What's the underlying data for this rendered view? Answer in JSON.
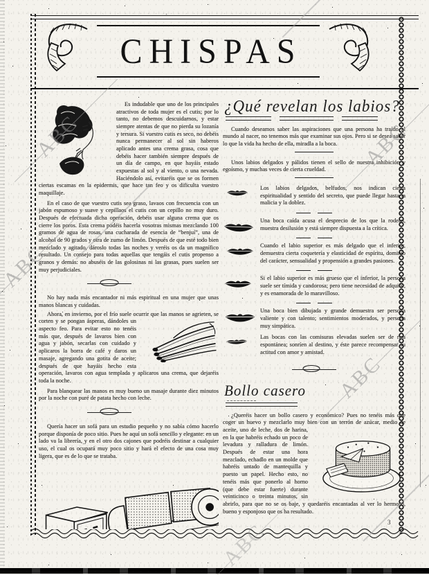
{
  "banner": {
    "title": "CHISPAS"
  },
  "page_marker": "3",
  "watermark": {
    "text": "ABC"
  },
  "left_column": {
    "cutis_para": "Es indudable que uno de los principales atractivos de toda mujer es el cutis; por lo tanto, no debemos descuidarnos, y estar siempre atentas de que no pierda su lozanía y tersura. Si vuestro cutis es seco, no debéis nunca permanecer al sol sin haberos aplicado antes una crema grasa, cosa que debéis hacer también siempre después de un día de campo, en que hayáis estado expuestas al sol y al viento, o una nevada. Haciéndolo así, evitaréis que se os formen ciertas escamas en la epidermis, que hace tan feo y os dificulta vuestro maquillaje.",
    "graso_para": "En el caso de que vuestro cutis sea graso, lavaos con frecuencia con un jabón espumoso y suave y cepillaos el cutis con un cepillo no muy duro. Después de efectuada dicha operación, debéis usar alguna crema que os cierre los poros. Esta crema podéis hacerla vosotras mismas mezclando 100 gramos de agua de rosas, una cucharada de esencia de “benjuí”, una de alcohol de 90 grados y otra de zumo de limón. Después de que esté todo bien mezclado y agitado, dároslo todas las noches y veréis os da un magnífico resultado. Un consejo para todas aquellas que tengáis el cutis propenso a granos y demás: no abuséis de las golosinas ni las grasas, pues suelen ser muy perjudiciales.",
    "manos_intro": "No hay nada más encantador ni más espiritual en una mujer que unas manos blancas y cuidadas.",
    "manos_start": "Ahora, en invierno, por el frío suele ocurrir que las manos se",
    "manos_rest": "agrieten, se corten y se pongan ásperas, dándoles un aspecto feo. Para evitar esto no tenéis más que, después de lavaros bien con agua y jabón, secarlas con cuidado y aplicaros la borra de café y daros un masaje, agregando una gotita de aceite; después de que hayáis hecho esta operación, lavaros con agua templada y aplicaros una crema, que dejaréis toda la noche.",
    "manos_cont": "Para blanquear las manos es muy bueno un masaje durante diez minutos por la noche con puré de patata hecho con leche.",
    "sofa_para": "Quería hacer un sofá para un estudio pequeño y no sabía cómo hacerlo porque disponía de poco sitio. Pues he aquí un sofá sencillo y elegante: en un lado va la librería, y en el otro dos cajones que podréis destinar a cualquier uso, el cual os ocupará muy poco sitio y hará el efecto de una cosa muy ligera, que es de lo que se trataba."
  },
  "right_column": {
    "heading": "¿Qué revelan los labios?",
    "intro": "Cuando deseamos saber las aspiraciones que una persona ha traído al mundo al nacer, no tenemos más que examinar sus ojos. Pero si se desea saber lo que la vida ha hecho de ella, miradla a la boca.",
    "item0": "Unos labios delgados y pálidos tienen el sello de nuestra inhibición y egoísmo, y muchas veces de cierta crueldad.",
    "lip_items": [
      {
        "text": "Los labios delgados, belfudos, nos indican cierta espiritualidad y sentido del secreto, que puede llegar hasta la malicia y la doblez."
      },
      {
        "text": "Una boca caída acusa el desprecio de los que la rodean, muestra desilusión y está siempre dispuesta a la crítica."
      },
      {
        "text": "Cuando el labio superior es más delgado que el inferior, demuestra cierta coquetería y elasticidad de espíritu, dominio del carácter, sensualidad y propensión a grandes pasiones."
      },
      {
        "text": "Si el labio superior es más grueso que el inferior, la persona suele ser tímida y candorosa; pero tiene necesidad de adquirir, y es enamorada de lo maravilloso."
      },
      {
        "text": "Una boca bien dibujada y grande demuestra ser persona valiente y con talento; sentimientos moderados, y persona muy simpática."
      },
      {
        "text": "Las bocas con las comisuras elevadas suelen ser de risa espontánea; sonríen al destino, y éste parece recompensar su actitud con amor y amistad."
      }
    ],
    "bollo": {
      "heading": "Bollo casero",
      "para_start": "¿Queréis hacer un bollo casero y económico? Pues no tenéis más que coger un huevo y mezclarlo muy bien con un terrón de azúcar, medio de aceite, uno de",
      "para_rest": "leche, dos de harina, en la que habréis echado un poco de levadura y ralladura de limón. Después de estar una hora mezclado, echadlo en un molde que habréis untado de mantequilla y puesto un papel. Hecho esto, no tenéis más que ponerlo al horno (que debe estar fuerte) durante veinticinco o treinta minutos, sin abrirlo, para que no se os baje, y quedaréis encantadas al ver lo hermoso, bueno y esponjoso que os ha resultado."
    }
  }
}
